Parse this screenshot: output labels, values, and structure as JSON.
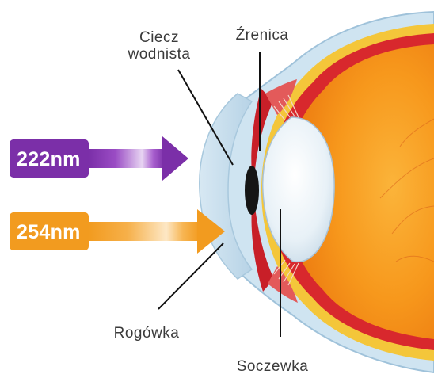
{
  "labels": {
    "aqueous_humor_line1": "Ciecz",
    "aqueous_humor_line2": "wodnista",
    "pupil": "Źrenica",
    "cornea": "Rogówka",
    "lens": "Soczewka"
  },
  "wavelengths": [
    {
      "label": "222nm",
      "color": "#7b2fa8"
    },
    {
      "label": "254nm",
      "color": "#f0a224"
    }
  ]
}
